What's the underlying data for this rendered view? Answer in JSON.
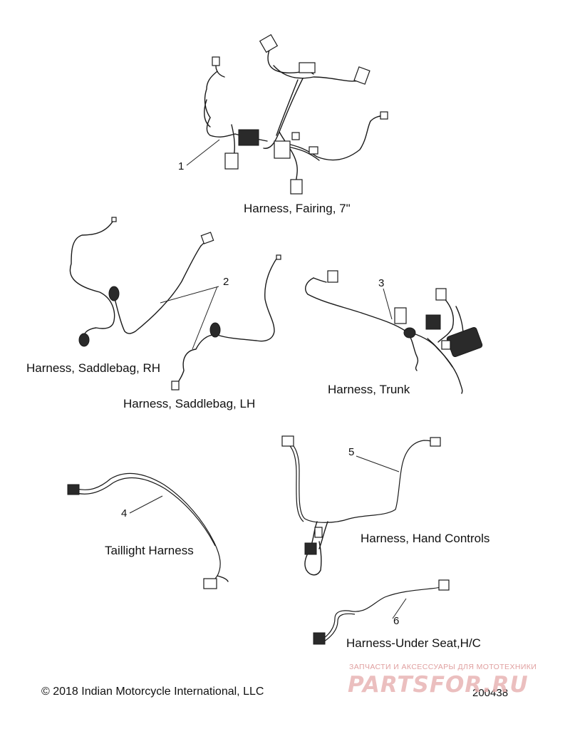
{
  "diagram": {
    "callouts": [
      "1",
      "2",
      "3",
      "4",
      "5",
      "6"
    ],
    "captions": {
      "fairing": "Harness, Fairing, 7\"",
      "saddlebag_rh": "Harness, Saddlebag, RH",
      "saddlebag_lh": "Harness, Saddlebag, LH",
      "trunk": "Harness, Trunk",
      "taillight": "Taillight Harness",
      "hand_controls": "Harness, Hand Controls",
      "under_seat": "Harness-Under Seat,H/C"
    }
  },
  "footer": {
    "copyright": "© 2018 Indian Motorcycle International, LLC",
    "figure_number": "200438"
  },
  "watermark": {
    "tagline": "ЗАПЧАСТИ И АКСЕССУАРЫ ДЛЯ МОТОТЕХНИКИ",
    "logo": "PARTSFOR.RU",
    "color": "#e8b4b4"
  }
}
